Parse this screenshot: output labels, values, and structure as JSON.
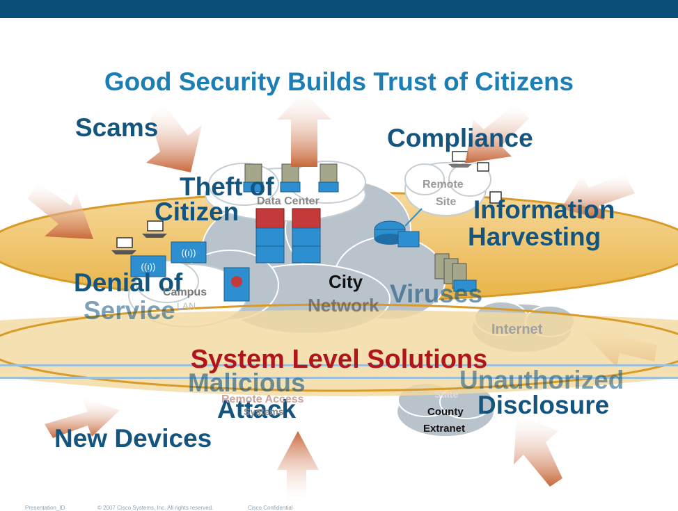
{
  "slide": {
    "title": "Good Security Builds Trust of Citizens",
    "threats": {
      "scams": "Scams",
      "compliance": "Compliance",
      "theft_line1": "Theft of",
      "theft_line2": "Citizen",
      "information_line1": "Information",
      "information_line2": "Harvesting",
      "denial_line1": "Denial of",
      "denial_line2": "Service",
      "viruses": "Viruses",
      "malicious_line1": "Malicious",
      "malicious_line2": "Attack",
      "disclosure_line1": "Unauthorized",
      "disclosure_line2": "Disclosure",
      "new_devices": "New Devices"
    },
    "network": {
      "data_center": "Data Center",
      "remote_site_line1": "Remote",
      "remote_site_line2": "Site",
      "city_network_line1": "City",
      "city_network_line2": "Network",
      "campus_lan_line1": "Campus",
      "campus_lan_line2": "LAN",
      "internet": "Internet",
      "remote_access_line1": "Remote Access",
      "remote_access_line2": "Systems",
      "extranet_line1": "State",
      "extranet_line2": "County",
      "extranet_line3": "Extranet"
    },
    "banner": "System Level Solutions",
    "footer": {
      "presentation_id": "Presentation_ID",
      "copyright": "© 2007 Cisco Systems, Inc. All rights reserved.",
      "confidential": "Cisco Confidential"
    },
    "colors": {
      "top_bar": "#0b4f78",
      "title": "#1b7fb5",
      "threat_text": "#14557f",
      "banner_text": "#b0141c",
      "ring": "#e9b347",
      "arrow": "#c8683a",
      "cloud": "#b9c3cc"
    }
  }
}
